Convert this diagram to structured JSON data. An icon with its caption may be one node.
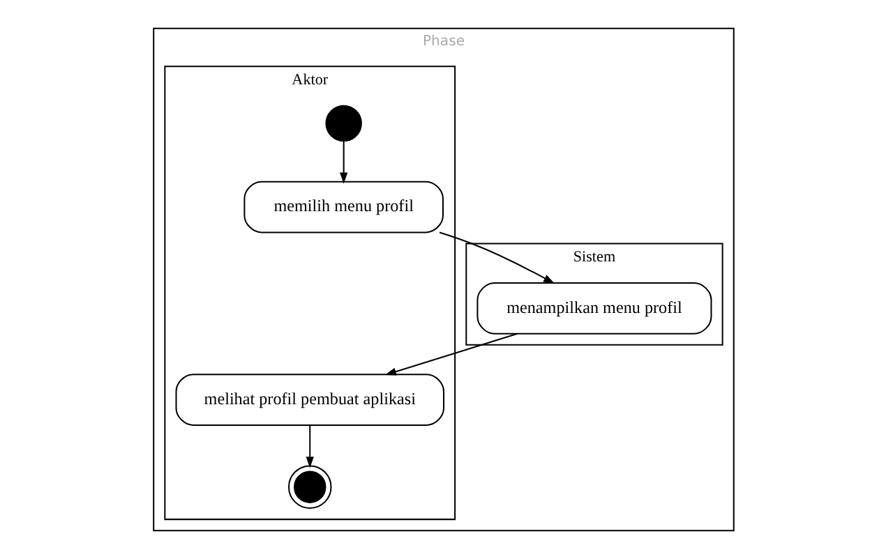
{
  "diagram": {
    "nodes": [
      {
        "text": [
          "Phase"
        ]
      },
      {
        "text": [
          "Aktor"
        ],
        "in": 0
      },
      {
        "text": [
          "Sistem"
        ],
        "in": 0
      },
      {
        "text": [],
        "shape": "circle",
        "in": 1
      },
      {
        "text": [
          "memilih menu profil"
        ],
        "in": 1
      },
      {
        "text": [
          "menampilkan menu profil"
        ],
        "in": 2
      },
      {
        "text": [
          "melihat profil pembuat aplikasi"
        ],
        "in": 1
      },
      {
        "text": [],
        "shape": "doublecircle",
        "in": 1
      }
    ],
    "edges": [
      {
        "from": 3,
        "to": 4,
        "arrow": "to"
      },
      {
        "from": 4,
        "to": 5,
        "arrow": "to"
      },
      {
        "from": 5,
        "to": 6,
        "arrow": "to"
      },
      {
        "from": 6,
        "to": 7,
        "arrow": "to"
      }
    ]
  }
}
